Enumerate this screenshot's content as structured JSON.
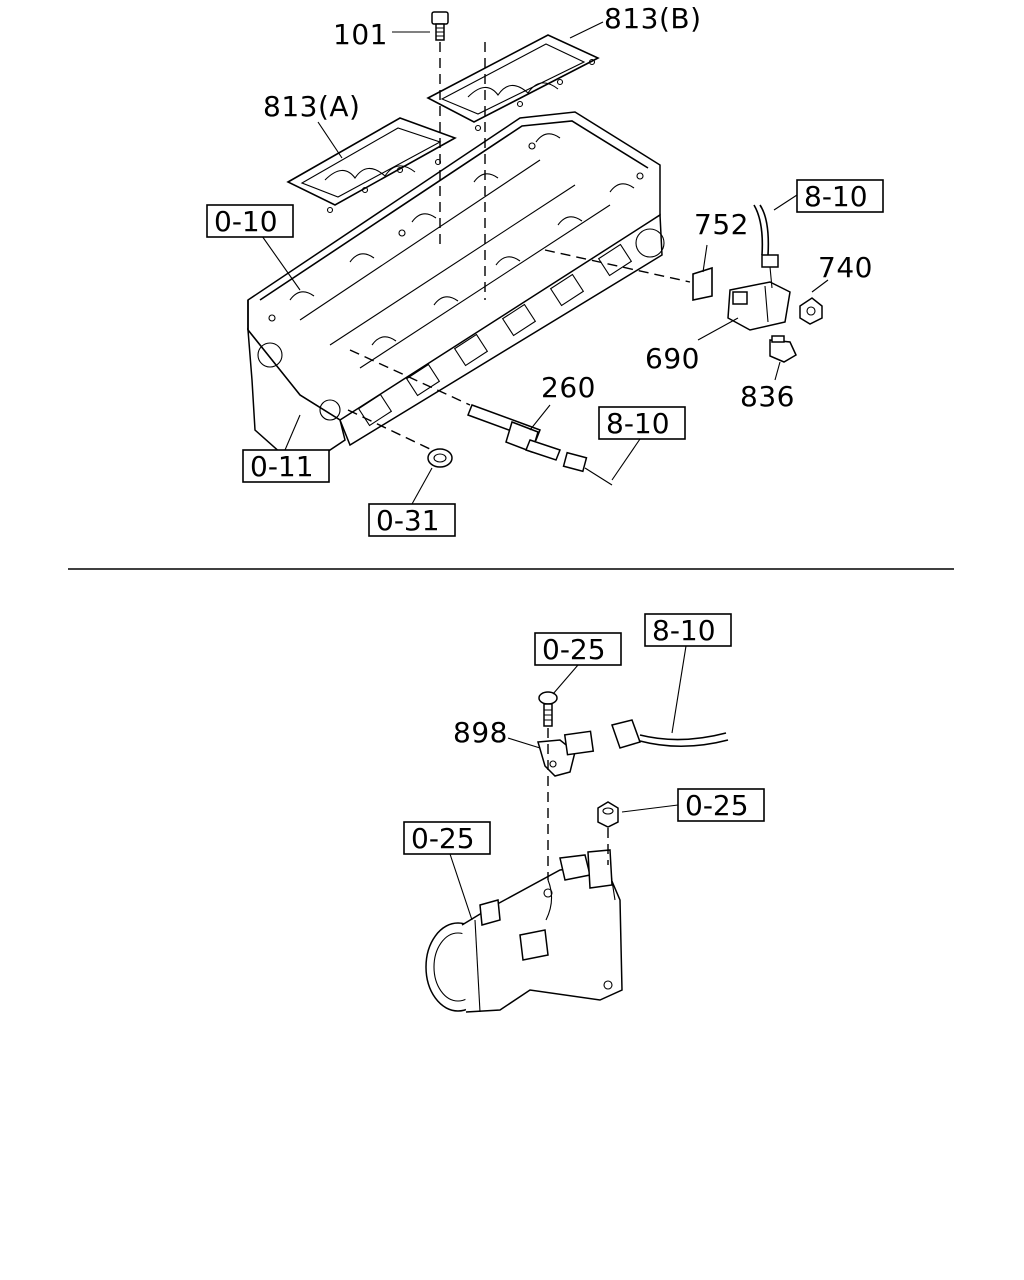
{
  "upper": {
    "callouts": {
      "c101": "101",
      "c813b": "813(B)",
      "c813a": "813(A)",
      "c752": "752",
      "c740": "740",
      "c690": "690",
      "c836": "836",
      "c260": "260"
    },
    "refs": {
      "r0_10": "0-10",
      "r8_10_top": "8-10",
      "r8_10_mid": "8-10",
      "r0_11": "0-11",
      "r0_31": "0-31"
    }
  },
  "lower": {
    "callouts": {
      "c898": "898"
    },
    "refs": {
      "r0_25_screw": "0-25",
      "r8_10": "8-10",
      "r0_25_nut": "0-25",
      "r0_25_body": "0-25"
    }
  }
}
